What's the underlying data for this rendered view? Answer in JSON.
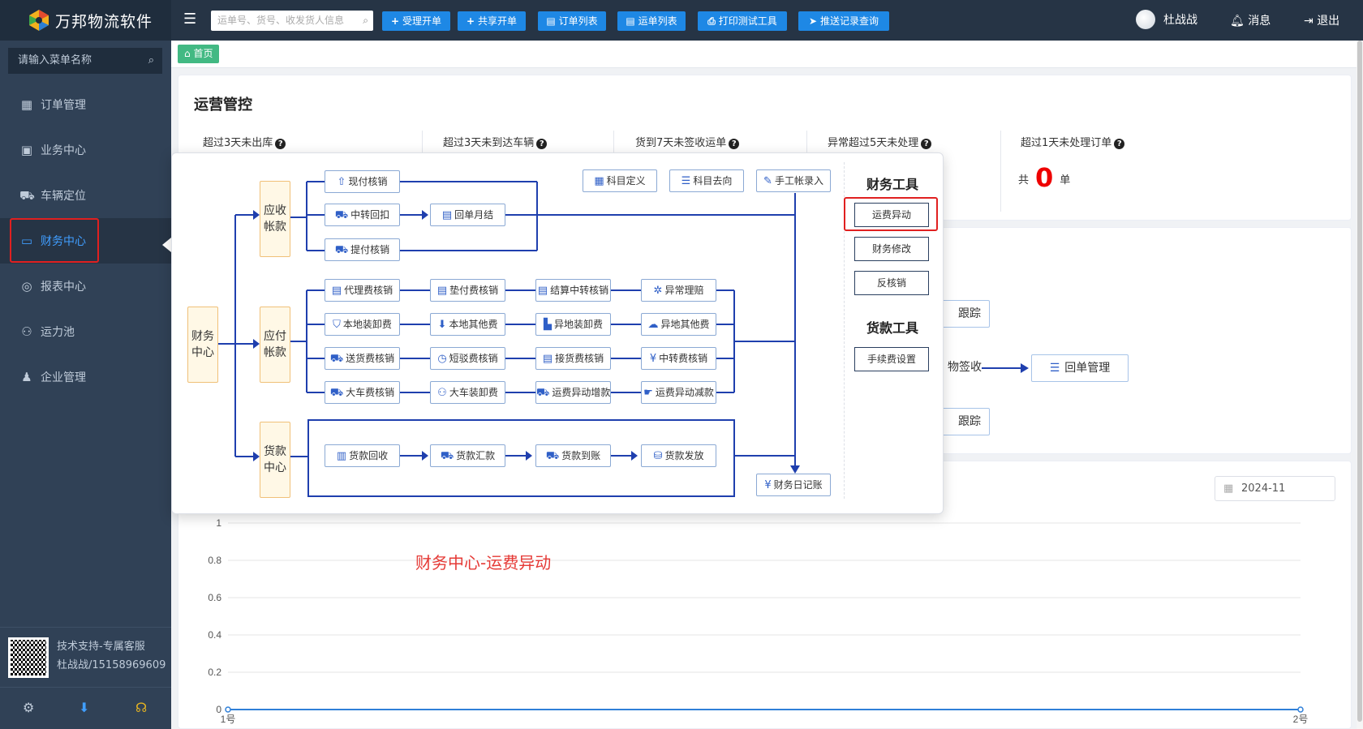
{
  "app": {
    "title": "万邦物流软件"
  },
  "header": {
    "search_placeholder": "运单号、货号、收发货人信息",
    "buttons": [
      {
        "label": "受理开单",
        "icon": "plus-icon"
      },
      {
        "label": "共享开单",
        "icon": "plus-icon"
      },
      {
        "label": "订单列表",
        "icon": "list-icon"
      },
      {
        "label": "运单列表",
        "icon": "list-icon"
      },
      {
        "label": "打印测试工具",
        "icon": "print-icon"
      },
      {
        "label": "推送记录查询",
        "icon": "send-icon"
      }
    ],
    "user_name": "杜战战",
    "messages_label": "消息",
    "logout_label": "退出"
  },
  "sidebar": {
    "search_placeholder": "请输入菜单名称",
    "items": [
      {
        "label": "订单管理",
        "icon": "document-icon"
      },
      {
        "label": "业务中心",
        "icon": "briefcase-icon"
      },
      {
        "label": "车辆定位",
        "icon": "truck-icon"
      },
      {
        "label": "财务中心",
        "icon": "money-icon",
        "active": true
      },
      {
        "label": "报表中心",
        "icon": "chart-icon"
      },
      {
        "label": "运力池",
        "icon": "network-icon"
      },
      {
        "label": "企业管理",
        "icon": "building-icon"
      }
    ],
    "support_line1": "技术支持-专属客服",
    "support_line2": "杜战战/15158969609"
  },
  "tabs": {
    "home": "首页"
  },
  "ops": {
    "title": "运营管控",
    "stats": [
      {
        "label": "超过3天未出库"
      },
      {
        "label": "超过3天未到达车辆"
      },
      {
        "label": "货到7天未签收运单"
      },
      {
        "label": "异常超过5天未处理"
      },
      {
        "label": "超过1天未处理订单"
      }
    ],
    "count_prefix": "共",
    "count_value": "0",
    "count_suffix": "单"
  },
  "process": {
    "partial_tracking_1": "跟踪",
    "partial_sign": "物签收",
    "receipt_mgmt": "回单管理",
    "partial_tracking_2": "跟踪"
  },
  "chart_controls": {
    "month": "2024-11"
  },
  "chart_caption": "财务中心-运费异动",
  "chart_data": {
    "type": "line",
    "x": [
      "1号",
      "2号"
    ],
    "ylim": [
      0,
      1
    ],
    "yticks": [
      "0",
      "0.2",
      "0.4",
      "0.6",
      "0.8",
      "1"
    ],
    "series": [
      {
        "values": [
          0,
          0
        ]
      }
    ],
    "grid": true,
    "title": "",
    "xlabel": "",
    "ylabel": ""
  },
  "finance_map": {
    "root": "财务中心",
    "receivable": "应收帐款",
    "payable": "应付帐款",
    "cod": "货款中心",
    "receivable_items": [
      "现付核销",
      "中转回扣",
      "回单月结",
      "提付核销"
    ],
    "top_items": [
      "科目定义",
      "科目去向",
      "手工帐录入"
    ],
    "payable_rows": [
      [
        "代理费核销",
        "垫付费核销",
        "结算中转核销",
        "异常理赔"
      ],
      [
        "本地装卸费",
        "本地其他费",
        "异地装卸费",
        "异地其他费"
      ],
      [
        "送货费核销",
        "短驳费核销",
        "接货费核销",
        "中转费核销"
      ],
      [
        "大车费核销",
        "大车装卸费",
        "运费异动增款",
        "运费异动减款"
      ]
    ],
    "cod_items": [
      "货款回收",
      "货款汇款",
      "货款到账",
      "货款发放"
    ],
    "journal": "财务日记账",
    "finance_tools_title": "财务工具",
    "finance_tools": [
      "运费异动",
      "财务修改",
      "反核销"
    ],
    "cod_tools_title": "货款工具",
    "cod_tools": [
      "手续费设置"
    ]
  },
  "colors": {
    "accent": "#1e88e5",
    "sidebar_bg": "#304156",
    "topbar_bg": "#263445",
    "highlight": "#e02020",
    "flow_line": "#1f3fae"
  }
}
